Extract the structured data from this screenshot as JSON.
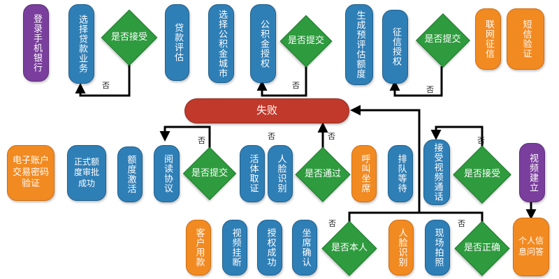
{
  "nodes": {
    "login": "登录手机银行",
    "select_loan": "选择贷款业务",
    "accept1": "是否接受",
    "loan_eval": "贷款评估",
    "select_city": "选择公积金城市",
    "auth_fund": "公积金授权",
    "submit1": "是否提交",
    "pre_eval": "生成预评估额度",
    "credit_auth": "征信授权",
    "submit2": "是否提交",
    "online_credit": "联网征信",
    "sms": "短信验证",
    "fail": "失败",
    "e_account": "电子账户交易密码验证",
    "approve": "正式额度审批成功",
    "activate": "额度激活",
    "read": "阅读协议",
    "submit3": "是否提交",
    "liveness": "活体取证",
    "face1": "人脸识别",
    "pass": "是否通过",
    "call_agent": "呼叫坐席",
    "queue": "排队等待",
    "accept_video": "接受视频通话",
    "accept2": "是否接受",
    "video_setup": "视频建立",
    "personal_q": "个人信息问答",
    "correct": "是否正确",
    "photo": "现场拍照",
    "face2": "人脸识别",
    "self": "是否本人",
    "seat_confirm": "坐席确认",
    "auth_ok": "授权成功",
    "hangup": "视频挂断",
    "customer_use": "客户用款"
  },
  "labels": {
    "no": "否"
  }
}
